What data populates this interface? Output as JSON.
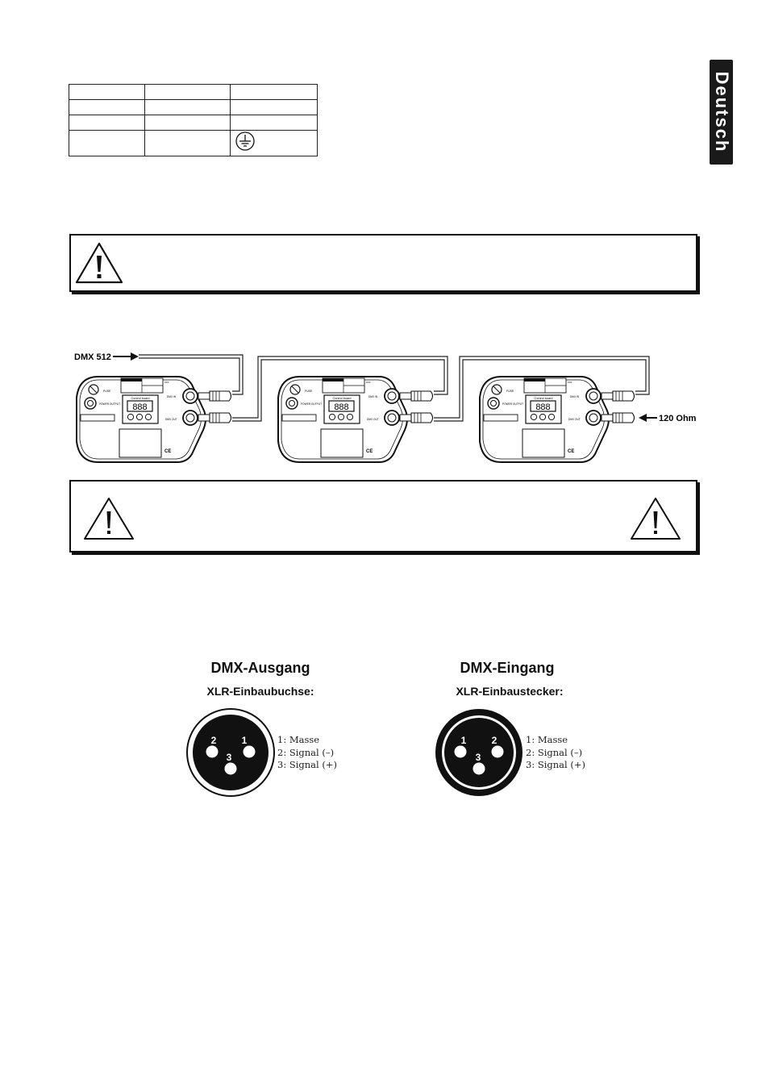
{
  "language_tab": "Deutsch",
  "diagram": {
    "dmx_input_label": "DMX 512",
    "termination_label": "120 Ohm",
    "devices": [
      {
        "fuse": "FUSE",
        "power_out": "POWER OUTPUT",
        "panel": "Control board",
        "dmx_in": "DMX IN",
        "dmx_out": "DMX OUT",
        "display": "888",
        "ce": "CE"
      },
      {
        "fuse": "FUSE",
        "power_out": "POWER OUTPUT",
        "panel": "Control board",
        "dmx_in": "DMX IN",
        "dmx_out": "DMX OUT",
        "display": "888",
        "ce": "CE"
      },
      {
        "fuse": "FUSE",
        "power_out": "POWER OUTPUT",
        "panel": "Control board",
        "dmx_in": "DMX IN",
        "dmx_out": "DMX OUT",
        "display": "888",
        "ce": "CE"
      }
    ]
  },
  "connectors": {
    "output": {
      "title": "DMX-Ausgang",
      "subtitle": "XLR-Einbaubuchse:",
      "pin_labels": [
        "2",
        "1",
        "3"
      ],
      "pins": [
        "1: Masse",
        "2: Signal (–)",
        "3: Signal (+)"
      ]
    },
    "input": {
      "title": "DMX-Eingang",
      "subtitle": "XLR-Einbaustecker:",
      "pin_labels": [
        "1",
        "2",
        "3"
      ],
      "pins": [
        "1: Masse",
        "2: Signal (–)",
        "3: Signal (+)"
      ]
    }
  }
}
